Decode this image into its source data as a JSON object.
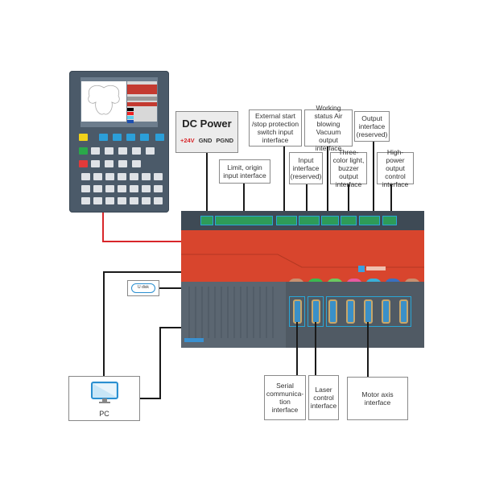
{
  "diagram": {
    "dc_power": {
      "title": "DC Power",
      "pins": [
        {
          "label": "+24V",
          "color": "#d8262a"
        },
        {
          "label": "GND",
          "color": "#333333"
        },
        {
          "label": "PGND",
          "color": "#333333"
        }
      ]
    },
    "top_labels": [
      {
        "id": "limit-origin",
        "text": "Limit, origin input interface"
      },
      {
        "id": "external-start-stop",
        "text": "External start /stop protection switch input interface"
      },
      {
        "id": "input-reserved",
        "text": "Input interface (reserved)"
      },
      {
        "id": "working-status",
        "text": "Working status Air blowing Vacuum output interface"
      },
      {
        "id": "three-color-light",
        "text": "Three-color light, buzzer output interface"
      },
      {
        "id": "output-reserved",
        "text": "Output interface (reserved)"
      },
      {
        "id": "high-power-output",
        "text": "High-power output control interface"
      }
    ],
    "bottom_labels": [
      {
        "id": "serial",
        "text": "Serial communica-tion interface"
      },
      {
        "id": "laser",
        "text": "Laser control interface"
      },
      {
        "id": "motor-axis",
        "text": "Motor axis interface"
      }
    ],
    "pc_label": "PC",
    "usb_label": "U disk",
    "colors": {
      "board_red": "#d8452d",
      "terminal_green": "#2e9b58",
      "connector_blue": "#3a90c8",
      "power_wire_red": "#d8262a"
    }
  }
}
